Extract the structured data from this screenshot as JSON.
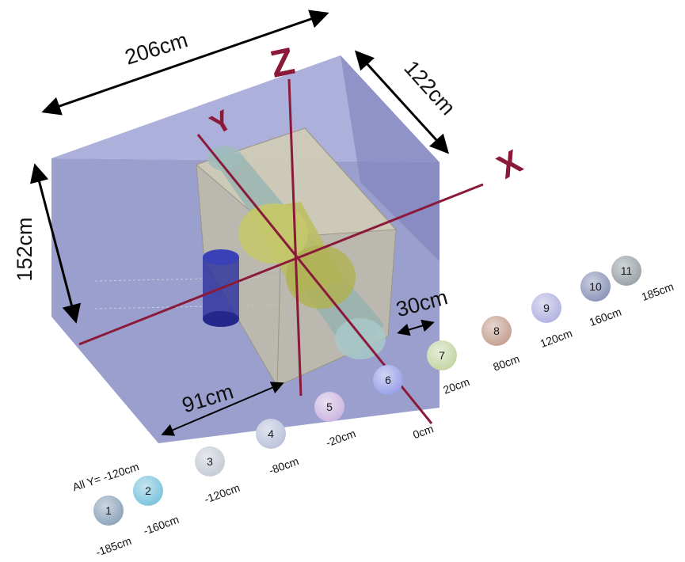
{
  "dimensions": {
    "length": "206cm",
    "depth": "122cm",
    "height": "152cm",
    "inner_depth": "30cm",
    "inner_width": "91cm"
  },
  "axes": {
    "x": "X",
    "y": "Y",
    "z": "Z",
    "color": "#8b1a3a"
  },
  "positions_note": "All Y= -120cm",
  "positions": [
    {
      "num": "1",
      "label": "-185cm",
      "color": "#8fa6bd"
    },
    {
      "num": "2",
      "label": "-160cm",
      "color": "#7ec4de"
    },
    {
      "num": "3",
      "label": "-120cm",
      "color": "#c7ccd6"
    },
    {
      "num": "4",
      "label": "-80cm",
      "color": "#bcc3dc"
    },
    {
      "num": "5",
      "label": "-20cm",
      "color": "#cdb8e0"
    },
    {
      "num": "6",
      "label": "0cm",
      "color": "#9aa2e8"
    },
    {
      "num": "7",
      "label": "20cm",
      "color": "#c6d6a6"
    },
    {
      "num": "8",
      "label": "80cm",
      "color": "#c6a293"
    },
    {
      "num": "9",
      "label": "120cm",
      "color": "#b4b4e2"
    },
    {
      "num": "10",
      "label": "160cm",
      "color": "#8e96bc"
    },
    {
      "num": "11",
      "label": "185cm",
      "color": "#9aa4a8"
    }
  ],
  "colors": {
    "outer_box": "#8a8ec6",
    "inner_box": "#c6c0a6",
    "cylinder": "#8eb0b0",
    "core": "#bcbe5a",
    "post": "#2a2f9e"
  }
}
